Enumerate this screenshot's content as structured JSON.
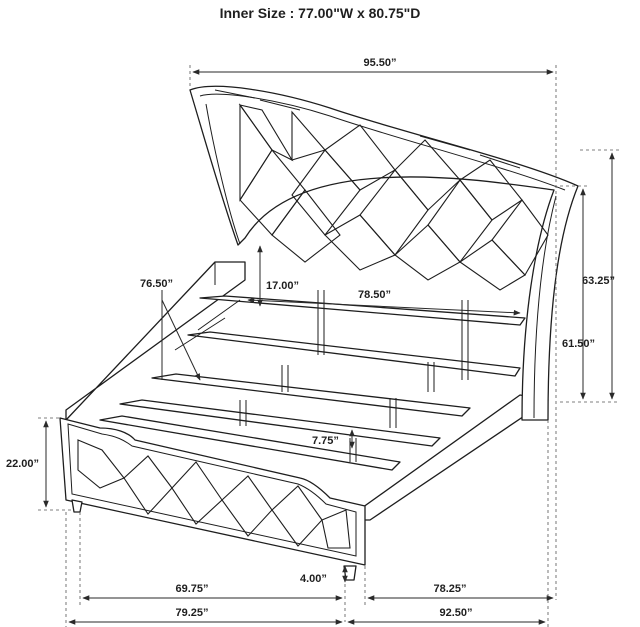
{
  "title": "Inner Size : 77.00\"W x 80.75\"D",
  "dimensions": {
    "top_width": "95.50”",
    "headboard_height": "63.25”",
    "headboard_side_height": "61.50”",
    "headboard_inner_width": "78.50”",
    "headboard_clearance": "17.00”",
    "rail_length": "76.50”",
    "footboard_height": "22.00”",
    "slat_height": "7.75”",
    "leg_height": "4.00”",
    "footboard_length": "69.75”",
    "side_length": "78.25”",
    "overall_width": "79.25”",
    "overall_length": "92.50”"
  }
}
